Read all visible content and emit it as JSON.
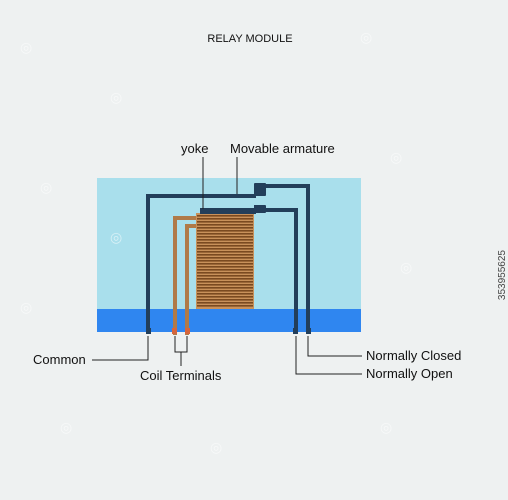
{
  "title": "RELAY MODULE",
  "labels": {
    "yoke": "yoke",
    "armature": "Movable armature",
    "common": "Common",
    "coil_terminals": "Coil Terminals",
    "normally_closed": "Normally Closed",
    "normally_open": "Normally Open"
  },
  "stock_id": "353955625",
  "colors": {
    "background": "#eef1f1",
    "housing": "#a9dfec",
    "base": "#2f86f0",
    "frame": "#223e5a",
    "coil_dark": "#7a4a20",
    "coil_light": "#c8915a",
    "coil_lead": "#b07a48",
    "coil_terminal_tip": "#d5653c"
  },
  "icons": [
    "watermark-logo-icon"
  ]
}
